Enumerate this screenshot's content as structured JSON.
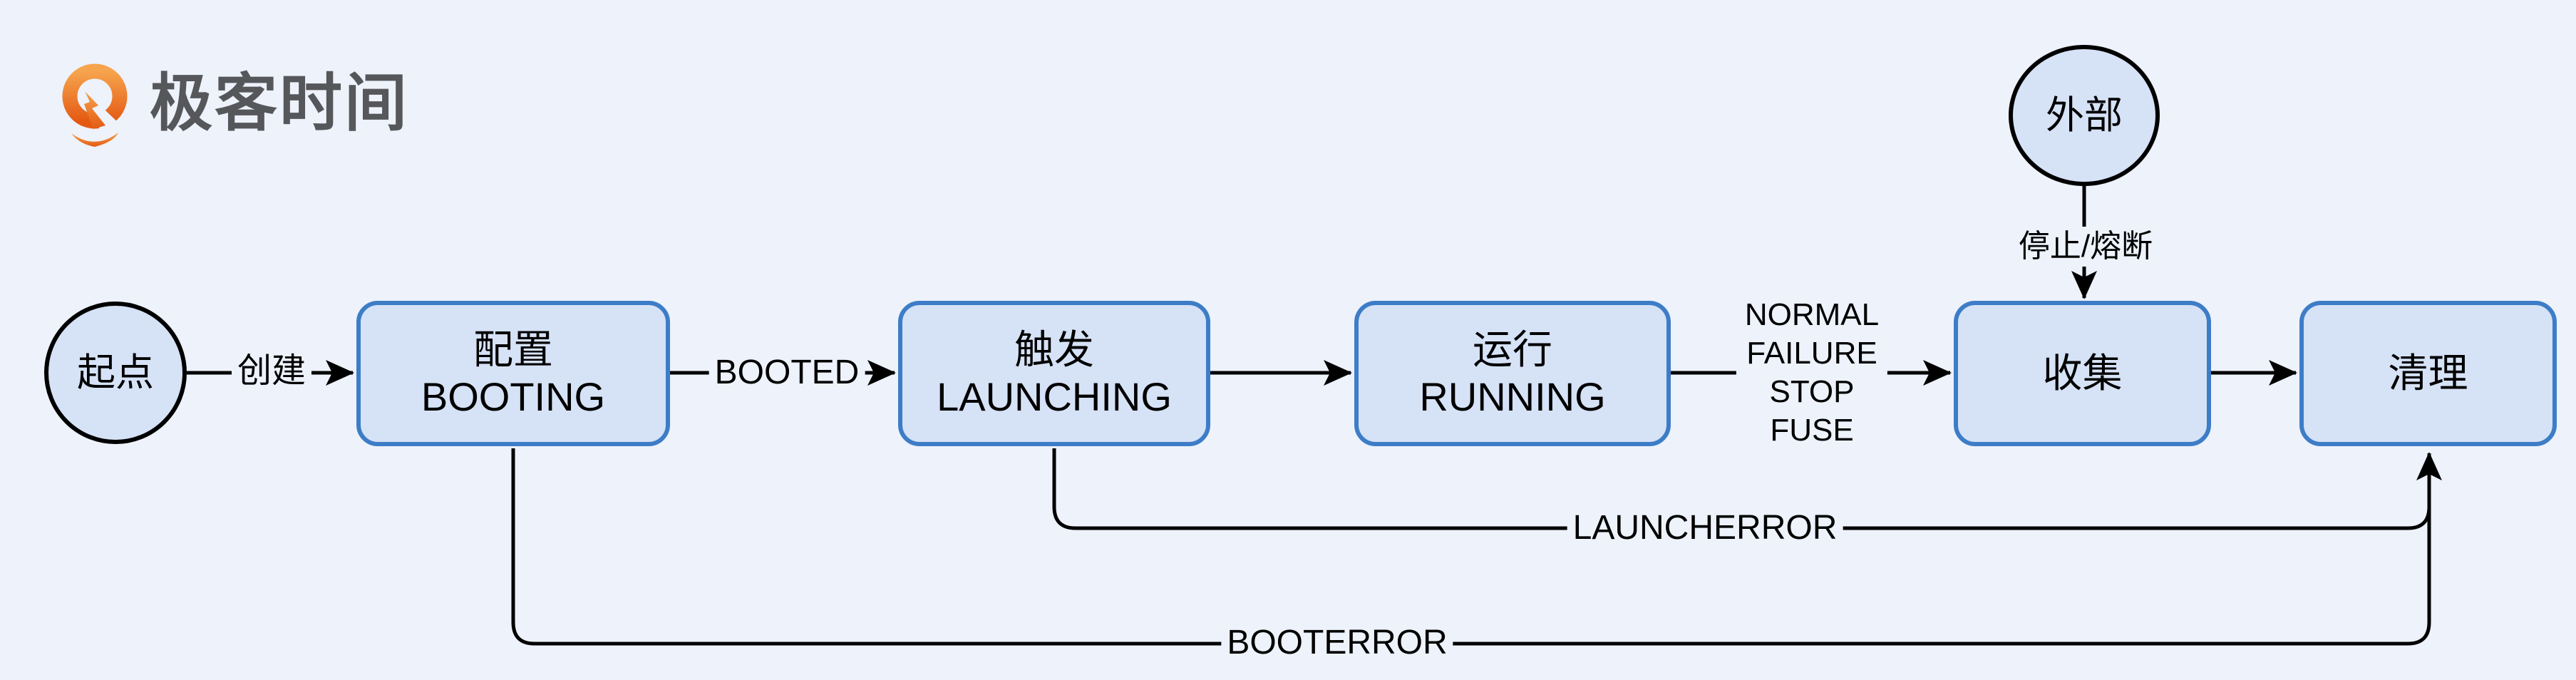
{
  "logo": {
    "brand": "极客时间"
  },
  "colors": {
    "background": "#EDF2FB",
    "node_fill": "#D6E2F6",
    "state_border": "#3D7DC7",
    "terminal_border": "#000000",
    "line": "#000000",
    "logo_orange_light": "#F6A44E",
    "logo_orange_dark": "#E45A13",
    "logo_text": "#56575B"
  },
  "nodes": {
    "start": {
      "label": "起点"
    },
    "external": {
      "label": "外部"
    },
    "booting": {
      "label_zh": "配置",
      "label_en": "BOOTING"
    },
    "launching": {
      "label_zh": "触发",
      "label_en": "LAUNCHING"
    },
    "running": {
      "label_zh": "运行",
      "label_en": "RUNNING"
    },
    "collect": {
      "label": "收集"
    },
    "cleanup": {
      "label": "清理"
    }
  },
  "edges": {
    "create": "创建",
    "booted": "BOOTED",
    "running_events": [
      "NORMAL",
      "FAILURE",
      "STOP",
      "FUSE"
    ],
    "stop_fuse": "停止/熔断",
    "launcherror": "LAUNCHERROR",
    "booterror": "BOOTERROR"
  }
}
